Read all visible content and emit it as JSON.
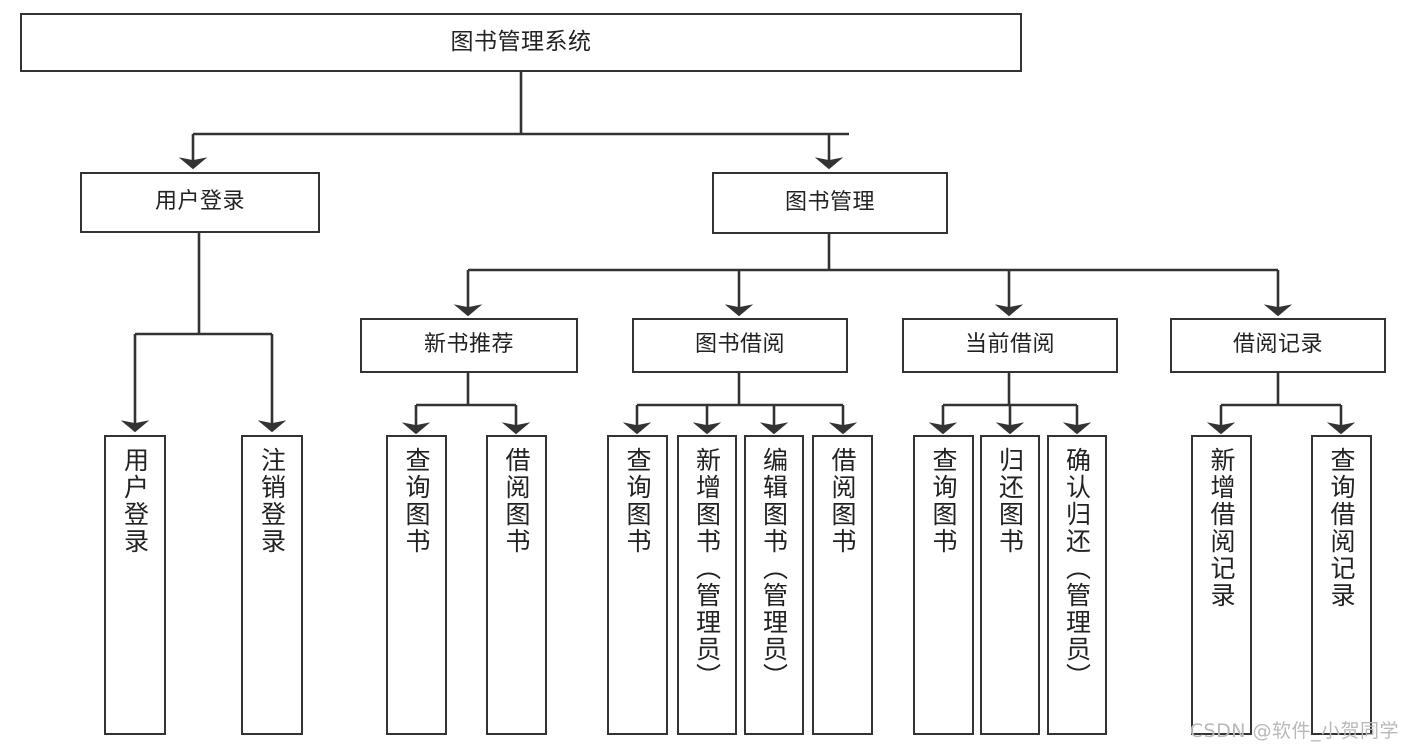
{
  "diagram": {
    "type": "tree",
    "title": "图书管理系统",
    "colors": {
      "border": "#333333",
      "text": "#222222",
      "background": "#ffffff",
      "watermark": "#b9b9b9"
    },
    "nodes": {
      "root": {
        "label": "图书管理系统"
      },
      "level2": [
        {
          "id": "user-login",
          "label": "用户登录"
        },
        {
          "id": "book-management",
          "label": "图书管理"
        }
      ],
      "level3": [
        {
          "id": "new-book-recommend",
          "label": "新书推荐"
        },
        {
          "id": "book-borrow",
          "label": "图书借阅"
        },
        {
          "id": "current-borrow",
          "label": "当前借阅"
        },
        {
          "id": "borrow-record",
          "label": "借阅记录"
        }
      ],
      "leaves": {
        "user-login": [
          {
            "id": "user-login-leaf",
            "label": "用户登录"
          },
          {
            "id": "logout-leaf",
            "label": "注销登录"
          }
        ],
        "new-book-recommend": [
          {
            "id": "query-book-1",
            "label": "查询图书"
          },
          {
            "id": "borrow-book-1",
            "label": "借阅图书"
          }
        ],
        "book-borrow": [
          {
            "id": "query-book-2",
            "label": "查询图书"
          },
          {
            "id": "add-book-admin",
            "label": "新增图书（管理员）"
          },
          {
            "id": "edit-book-admin",
            "label": "编辑图书（管理员）"
          },
          {
            "id": "borrow-book-2",
            "label": "借阅图书"
          }
        ],
        "current-borrow": [
          {
            "id": "query-book-3",
            "label": "查询图书"
          },
          {
            "id": "return-book",
            "label": "归还图书"
          },
          {
            "id": "confirm-return-admin",
            "label": "确认归还（管理员）"
          }
        ],
        "borrow-record": [
          {
            "id": "add-borrow-record",
            "label": "新增借阅记录"
          },
          {
            "id": "query-borrow-record",
            "label": "查询借阅记录"
          }
        ]
      }
    }
  },
  "watermark": {
    "text": "CSDN @软件_小贺同学"
  }
}
